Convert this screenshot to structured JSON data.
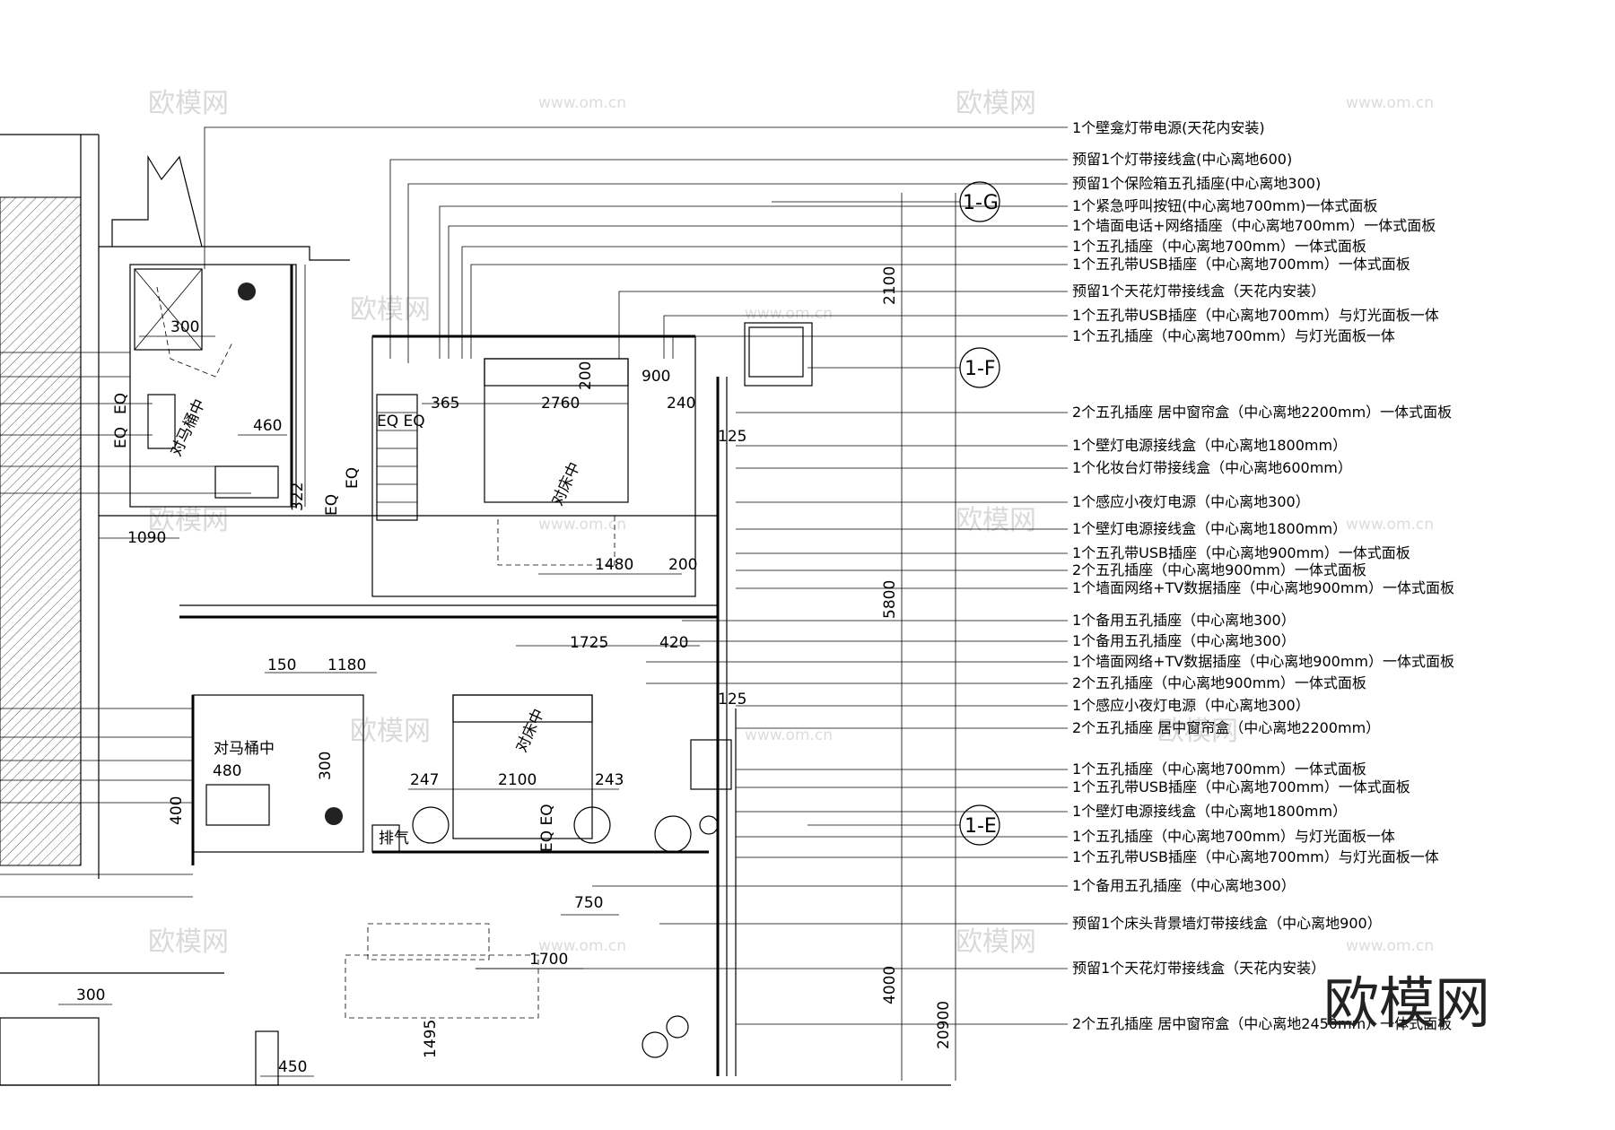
{
  "notes": [
    "1个壁龛灯带电源(天花内安装)",
    "预留1个灯带接线盒(中心离地600)",
    "预留1个保险箱五孔插座(中心离地300)",
    "1个紧急呼叫按钮(中心离地700mm)一体式面板",
    "1个墙面电话+网络插座（中心离地700mm）一体式面板",
    "1个五孔插座（中心离地700mm）一体式面板",
    "1个五孔带USB插座（中心离地700mm）一体式面板",
    "预留1个天花灯带接线盒（天花内安装）",
    "1个五孔带USB插座（中心离地700mm）与灯光面板一体",
    "1个五孔插座（中心离地700mm）与灯光面板一体",
    "2个五孔插座 居中窗帘盒（中心离地2200mm）一体式面板",
    "1个壁灯电源接线盒（中心离地1800mm）",
    "1个化妆台灯带接线盒（中心离地600mm）",
    "1个感应小夜灯电源（中心离地300）",
    "1个壁灯电源接线盒（中心离地1800mm）",
    "1个五孔带USB插座（中心离地900mm）一体式面板",
    "2个五孔插座（中心离地900mm）一体式面板",
    "1个墙面网络+TV数据插座（中心离地900mm）一体式面板",
    "1个备用五孔插座（中心离地300）",
    "1个备用五孔插座（中心离地300）",
    "1个墙面网络+TV数据插座（中心离地900mm）一体式面板",
    "2个五孔插座（中心离地900mm）一体式面板",
    "1个感应小夜灯电源（中心离地300）",
    "2个五孔插座 居中窗帘盒（中心离地2200mm）",
    "1个五孔插座（中心离地700mm）一体式面板",
    "1个五孔带USB插座（中心离地700mm）一体式面板",
    "1个壁灯电源接线盒（中心离地1800mm）",
    "1个五孔插座（中心离地700mm）与灯光面板一体",
    "1个五孔带USB插座（中心离地700mm）与灯光面板一体",
    "1个备用五孔插座（中心离地300）",
    "预留1个床头背景墙灯带接线盒（中心离地900）",
    "预留1个天花灯带接线盒（天花内安装）",
    "2个五孔插座 居中窗帘盒（中心离地2450mm）一体式面板"
  ],
  "axes": [
    "1-G",
    "1-F",
    "1-E"
  ],
  "dimensions": {
    "d2100_v": "2100",
    "d5800_v": "5800",
    "d4000_v": "4000",
    "d20900_v": "20900",
    "d300_a": "300",
    "d460": "460",
    "d322": "322",
    "d1090": "1090",
    "d200_a": "200",
    "d900": "900",
    "d365": "365",
    "d2760": "2760",
    "d240": "240",
    "d125_a": "125",
    "d1480": "1480",
    "d200_b": "200",
    "d1725": "1725",
    "d420": "420",
    "d150": "150",
    "d1180": "1180",
    "d125_b": "125",
    "d480": "480",
    "d300_b": "300",
    "d400": "400",
    "d247": "247",
    "d2100_h": "2100",
    "d243": "243",
    "d750": "750",
    "d1700": "1700",
    "d300_c": "300",
    "d1495": "1495",
    "d450": "450"
  },
  "room_labels": {
    "bed_center_1": "对床中",
    "bed_center_2": "对床中",
    "toilet_center": "对马桶中",
    "toilet_center_2": "对马桶中",
    "exhaust": "排气",
    "eq_1": "EQ",
    "eq_2": "EQ",
    "eq_3": "EQ EQ",
    "eq_4": "EQ",
    "eq_5": "EQ",
    "eq_6": "EQ EQ"
  },
  "watermarks": {
    "brand": "欧模网",
    "url": "www.om.cn",
    "url_alt": "www.om.cn"
  }
}
